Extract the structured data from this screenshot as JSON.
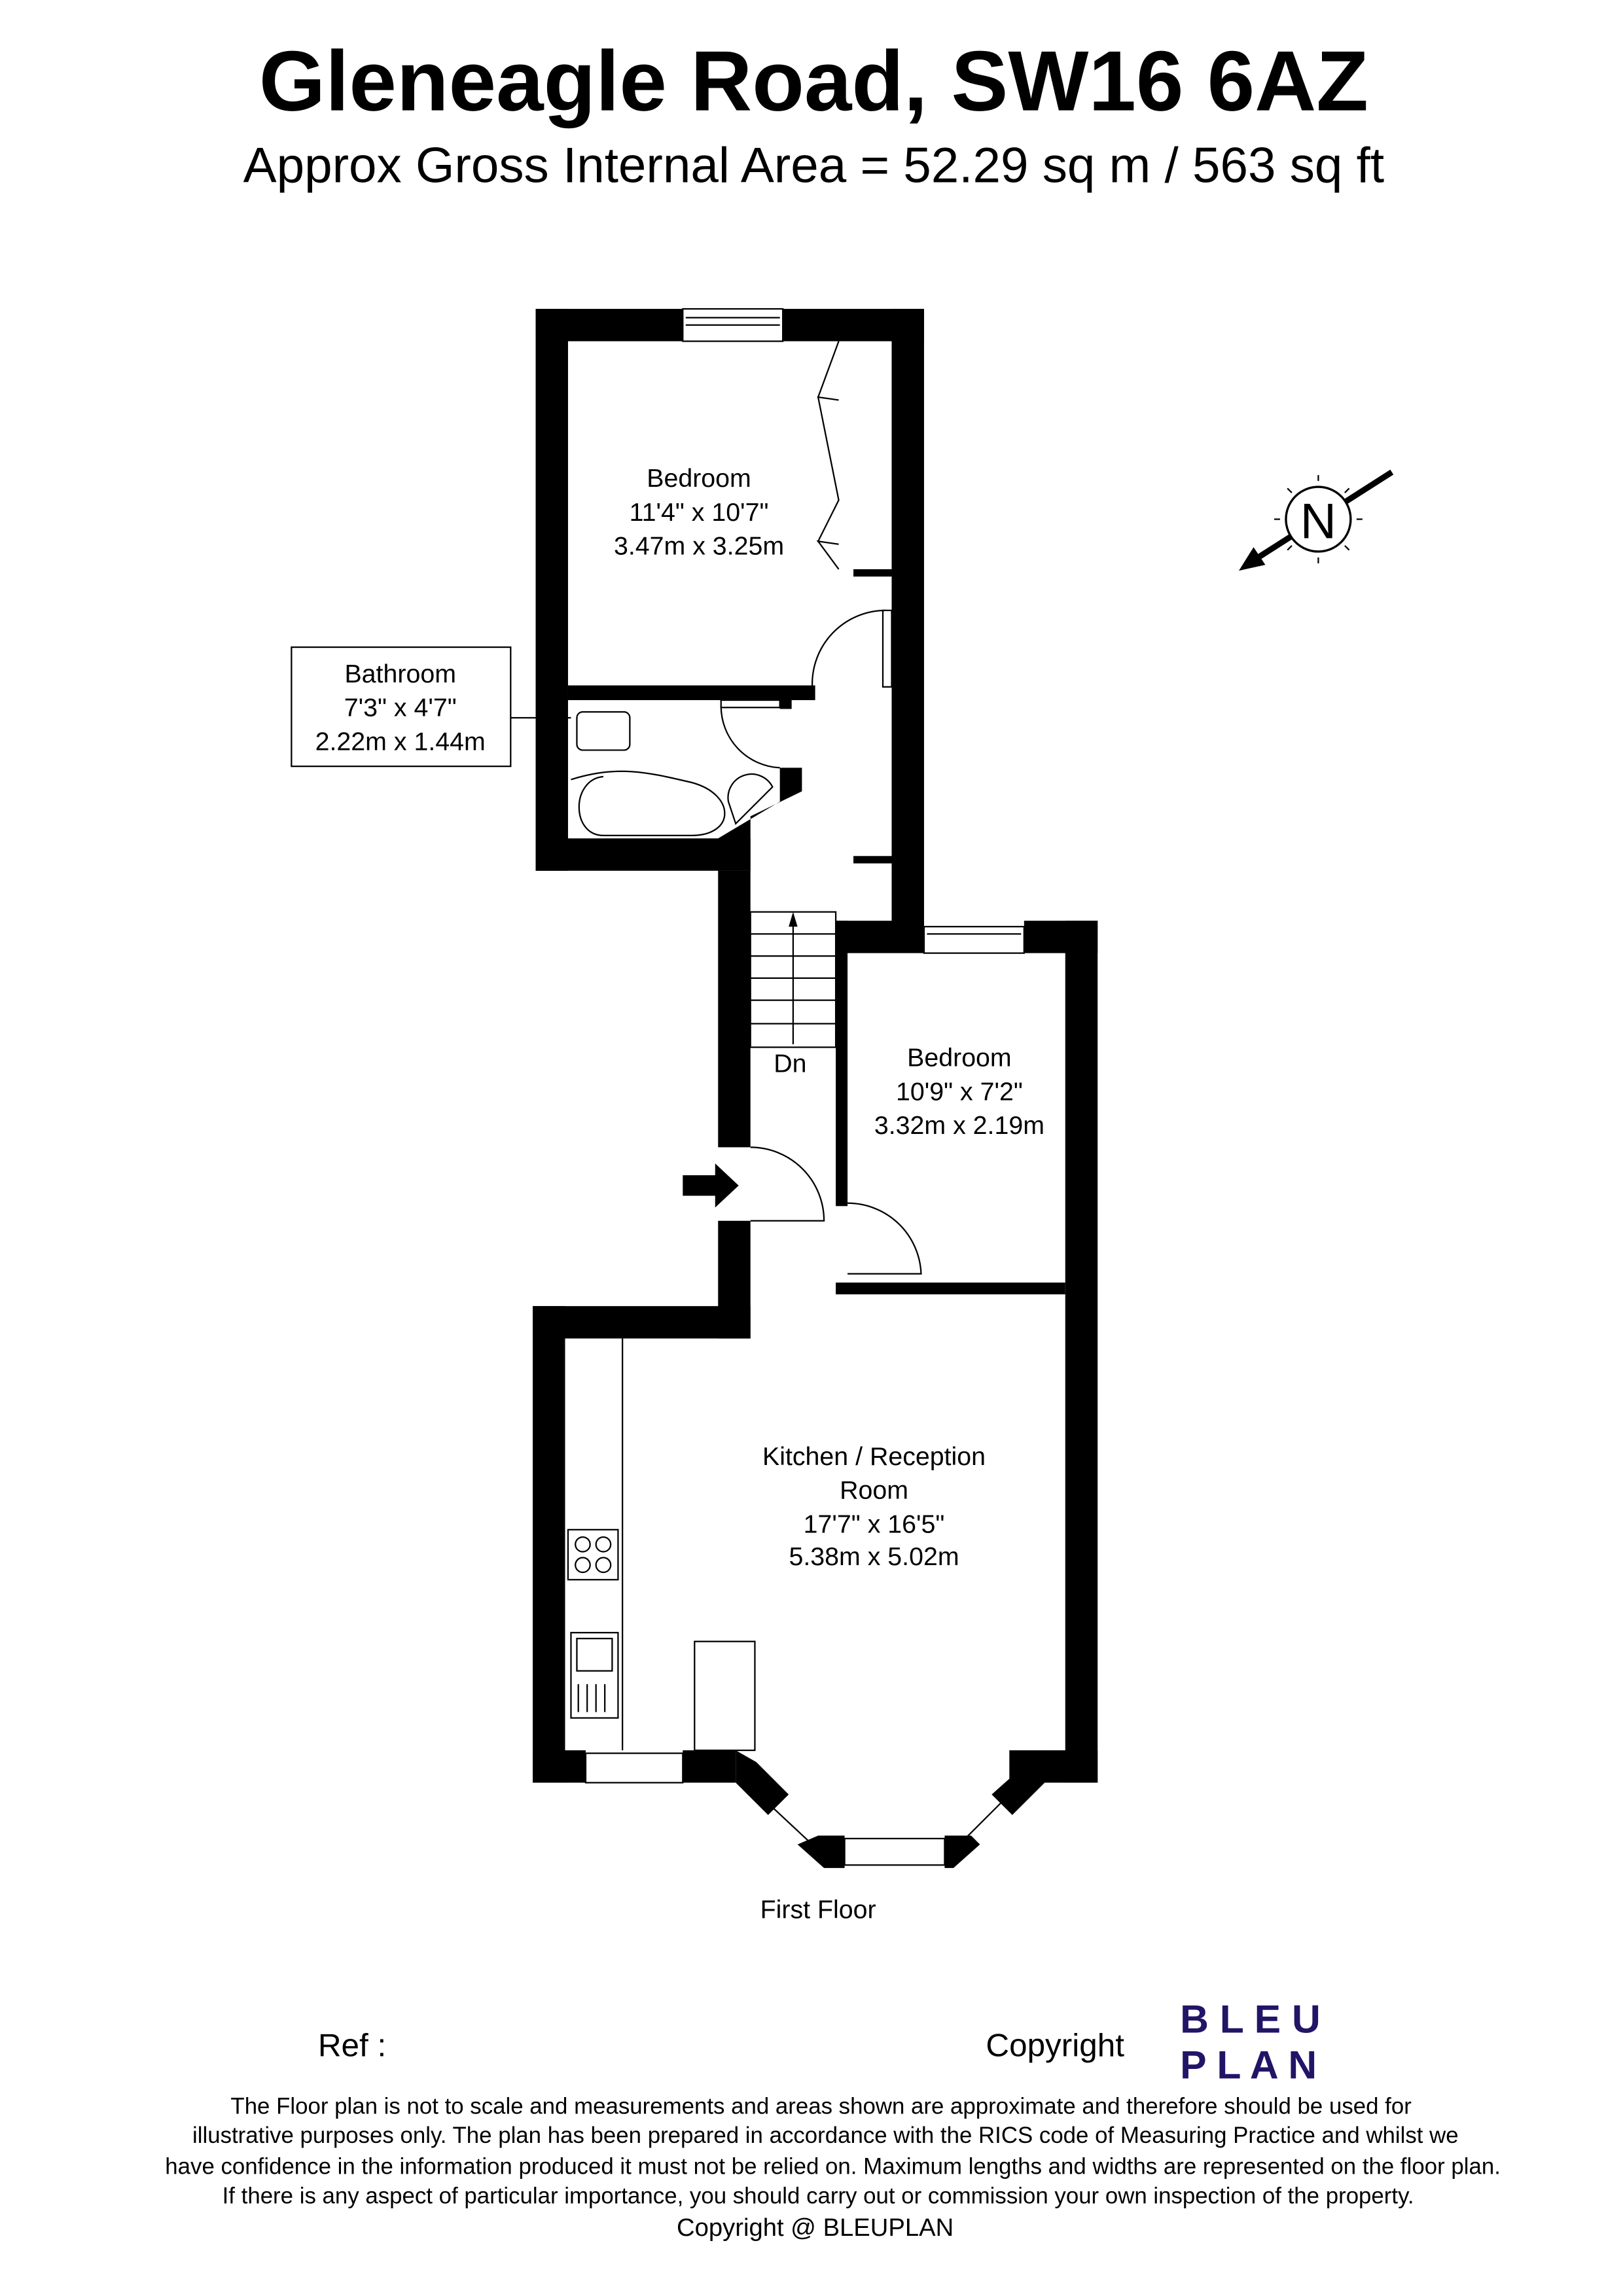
{
  "header": {
    "title": "Gleneagle Road, SW16 6AZ",
    "subtitle": "Approx Gross Internal Area = 52.29 sq m / 563 sq ft"
  },
  "rooms": [
    {
      "name": "Bedroom",
      "imperial": "11'4\" x 10'7\"",
      "metric": "3.47m x 3.25m"
    },
    {
      "name": "Bathroom",
      "imperial": "7'3\" x 4'7\"",
      "metric": "2.22m x 1.44m"
    },
    {
      "name": "Bedroom",
      "imperial": "10'9\" x 7'2\"",
      "metric": "3.32m x 2.19m"
    },
    {
      "name_line1": "Kitchen / Reception",
      "name_line2": "Room",
      "imperial": "17'7\" x 16'5\"",
      "metric": "5.38m x 5.02m"
    }
  ],
  "stairs_label": "Dn",
  "floor_label": "First Floor",
  "compass": {
    "label": "N",
    "icon": "north-compass-icon"
  },
  "footer": {
    "ref_label": "Ref  :",
    "copyright_label": "Copyright",
    "logo_line1": "B L E U",
    "logo_line2": "P L A N",
    "logo_color": "#221466",
    "disclaimer": [
      "The Floor plan is not to scale and measurements and areas shown are approximate and therefore should be used for",
      "illustrative purposes only. The plan has been prepared in accordance with the RICS code of Measuring Practice and whilst we",
      "have confidence in the information produced it must not be relied on. Maximum lengths and widths are represented on the floor plan.",
      "If there is any aspect of particular importance, you should carry out or commission your own inspection of the property."
    ],
    "copyright_line": "Copyright @ BLEUPLAN"
  }
}
